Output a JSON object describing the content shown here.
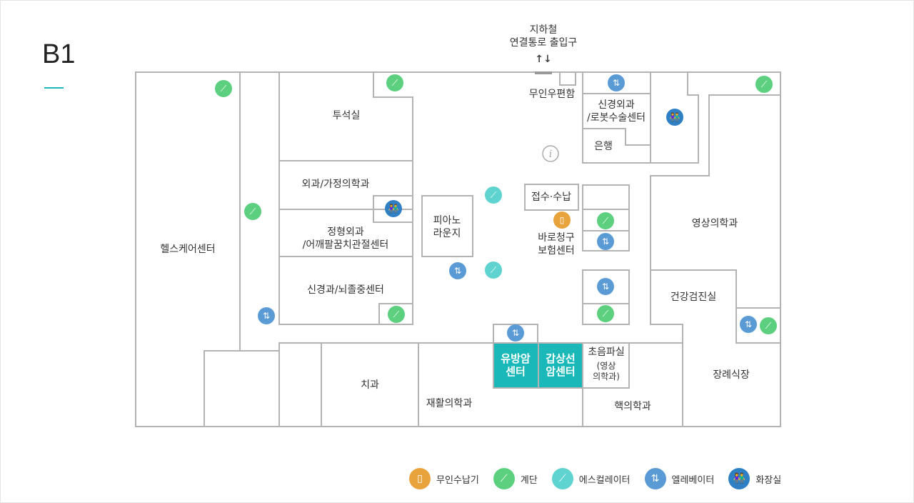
{
  "floor": "B1",
  "subway": {
    "label": "지하철\n연결통로 출입구",
    "arrows": "↑↓"
  },
  "rooms": {
    "healthcare": "헬스케어센터",
    "dialysis": "투석실",
    "surgery_family": "외과/가정의학과",
    "orthopedics": "정형외과\n/어깨팔꿈치관절센터",
    "neurology": "신경과/뇌졸중센터",
    "piano": "피아노\n라운지",
    "post": "무인우편함",
    "neurosurgery": "신경외과\n/로봇수술센터",
    "bank": "은행",
    "reception": "접수·수납",
    "insurance": "바로청구\n보험센터",
    "radiology": "영상의학과",
    "checkup": "건강검진실",
    "dental": "치과",
    "rehab": "재활의학과",
    "breast": "유방암\n센터",
    "thyroid": "갑상선\n암센터",
    "ultrasound": "초음파실",
    "ultrasound_sub": "(영상\n의학과)",
    "nuclear": "핵의학과",
    "funeral": "장례식장"
  },
  "legend": [
    {
      "label": "무인수납기",
      "icon": "kiosk-icon",
      "color": "#e8a33d"
    },
    {
      "label": "계단",
      "icon": "stairs-icon",
      "color": "#5dd07f"
    },
    {
      "label": "에스컬레이터",
      "icon": "escalator-icon",
      "color": "#5fd3cf"
    },
    {
      "label": "엘레베이터",
      "icon": "elevator-icon",
      "color": "#5b9bd5"
    },
    {
      "label": "화장실",
      "icon": "restroom-icon",
      "color": "#2f7fc4"
    }
  ],
  "colors": {
    "accent": "#1ab8b8",
    "wall": "#b3b3b3"
  }
}
